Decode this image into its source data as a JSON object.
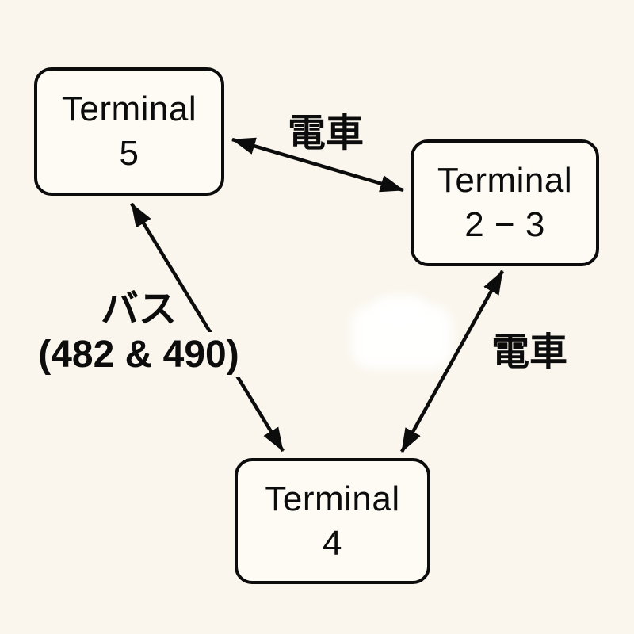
{
  "diagram": {
    "type": "transit-connection-diagram",
    "nodes": [
      {
        "id": "terminal-5",
        "line1": "Terminal",
        "line2": "5"
      },
      {
        "id": "terminal-2-3",
        "line1": "Terminal",
        "line2": "2 − 3"
      },
      {
        "id": "terminal-4",
        "line1": "Terminal",
        "line2": "4"
      }
    ],
    "edges": [
      {
        "from": "terminal-5",
        "to": "terminal-2-3",
        "bidirectional": true,
        "label": "電車"
      },
      {
        "from": "terminal-5",
        "to": "terminal-4",
        "bidirectional": true,
        "label_line1": "バス",
        "label_line2": "(482 & 490)"
      },
      {
        "from": "terminal-2-3",
        "to": "terminal-4",
        "bidirectional": true,
        "label": "電車"
      }
    ],
    "colors": {
      "background": "#faf6ed",
      "node_fill": "#fdfbf4",
      "stroke": "#0c0c0c"
    }
  }
}
